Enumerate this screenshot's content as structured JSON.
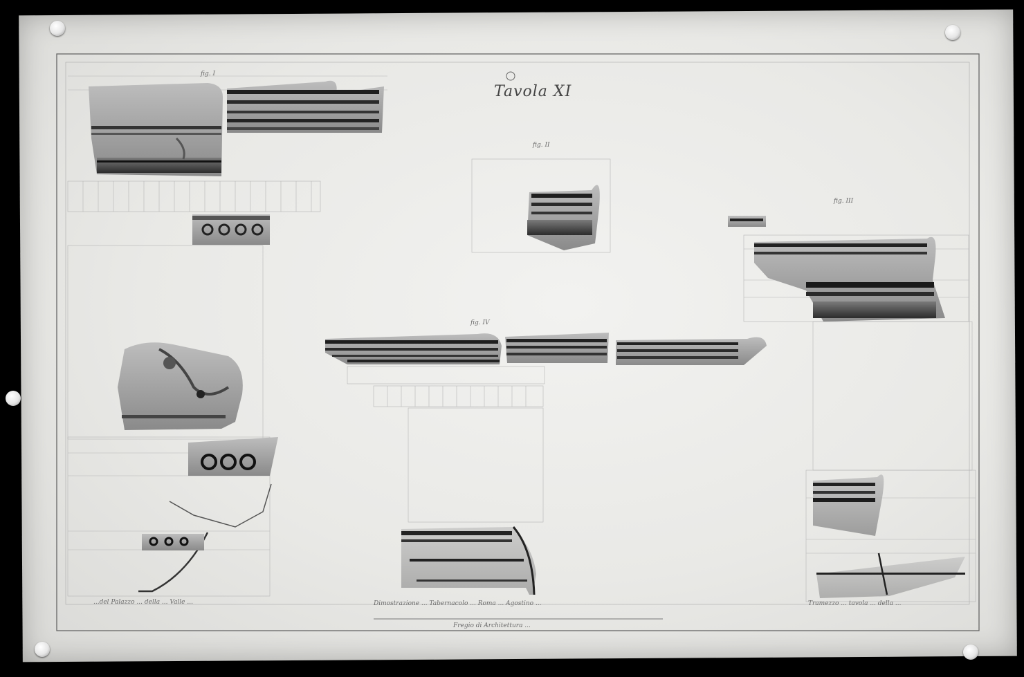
{
  "plate": {
    "title": "Tavola XI",
    "figure_labels": [
      "fig. I",
      "fig. II",
      "fig. III",
      "fig. IV"
    ],
    "caption_left": "...del Palazzo ... della ... Valle ...",
    "caption_center": "Dimostrazione ... Tabernacolo ... Roma ... Agostino ...",
    "caption_right": "Tramezzo ... tavola ... della ...",
    "caption_bottom": "Fregio di Architettura ..."
  }
}
